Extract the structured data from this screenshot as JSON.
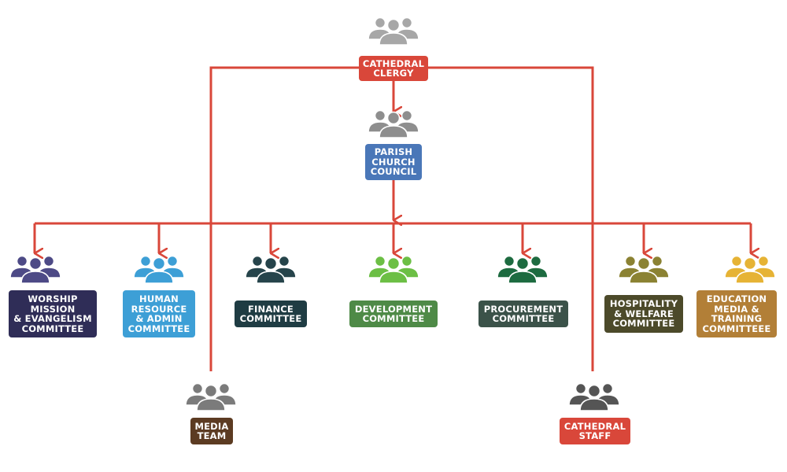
{
  "colors": {
    "connector": "#d9473a"
  },
  "nodes": [
    {
      "id": "cathedral-clergy",
      "label": "CATHEDRAL\nCLERGY",
      "color": "#d9473a",
      "icon_color": "#a7a7a7",
      "icon": "people-group-icon"
    },
    {
      "id": "parish-church-council",
      "label": "PARISH\nCHURCH\nCOUNCIL",
      "color": "#4a77b8",
      "icon_color": "#8e8e8e",
      "icon": "people-group-icon"
    },
    {
      "id": "worship-mission",
      "label": "WORSHIP\nMISSION\n& EVANGELISM\nCOMMITTEE",
      "color": "#2f2d57",
      "icon_color": "#4d4a86",
      "icon": "people-group-icon"
    },
    {
      "id": "human-resource",
      "label": "HUMAN\nRESOURCE\n& ADMIN\nCOMMITTEE",
      "color": "#3d9fd6",
      "icon_color": "#3d9fd6",
      "icon": "people-group-icon"
    },
    {
      "id": "finance",
      "label": "FINANCE\nCOMMITTEE",
      "color": "#1f3c43",
      "icon_color": "#26444b",
      "icon": "people-group-icon"
    },
    {
      "id": "development",
      "label": "DEVELOPMENT\nCOMMITTEE",
      "color": "#4e8a47",
      "icon_color": "#6cbf45",
      "icon": "people-group-icon"
    },
    {
      "id": "procurement",
      "label": "PROCUREMENT\nCOMMITTEE",
      "color": "#3b5249",
      "icon_color": "#1d6b40",
      "icon": "people-group-icon"
    },
    {
      "id": "hospitality",
      "label": "HOSPITALITY\n& WELFARE\nCOMMITTEE",
      "color": "#4c4a2a",
      "icon_color": "#8b8233",
      "icon": "people-group-icon"
    },
    {
      "id": "education",
      "label": "EDUCATION\nMEDIA &\nTRAINING\nCOMMITTEEE",
      "color": "#b27f37",
      "icon_color": "#e6b335",
      "icon": "people-group-icon"
    },
    {
      "id": "media-team",
      "label": "MEDIA\nTEAM",
      "color": "#5c3b22",
      "icon_color": "#7b7b7b",
      "icon": "people-group-icon"
    },
    {
      "id": "cathedral-staff",
      "label": "CATHEDRAL\nSTAFF",
      "color": "#d9473a",
      "icon_color": "#555555",
      "icon": "people-group-icon"
    }
  ]
}
